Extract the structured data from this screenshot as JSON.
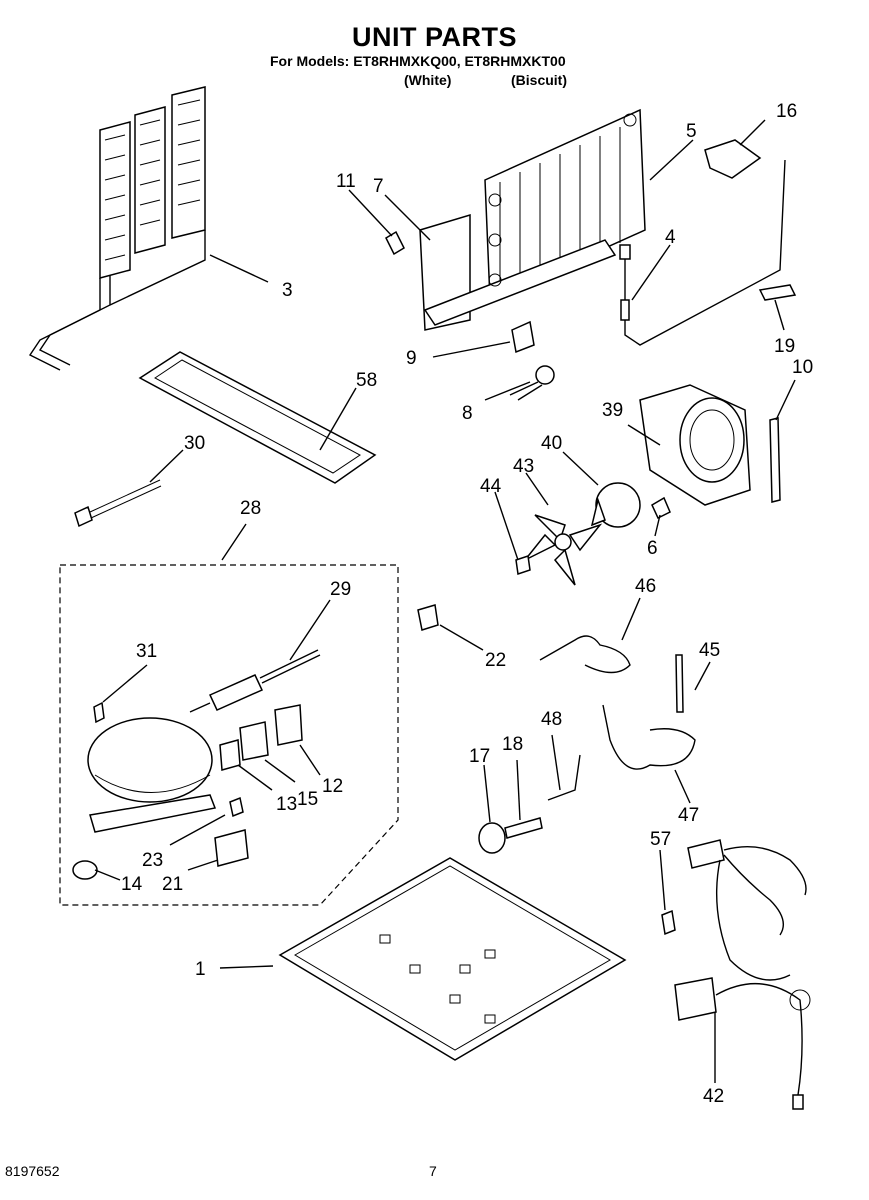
{
  "header": {
    "title": "UNIT PARTS",
    "models_line": "For Models: ET8RHMXKQ00, ET8RHMXKT00",
    "color_white": "(White)",
    "color_biscuit": "(Biscuit)"
  },
  "footer": {
    "doc_number": "8197652",
    "page_number": "7"
  },
  "callouts": {
    "p1": "1",
    "p3": "3",
    "p4": "4",
    "p5": "5",
    "p6": "6",
    "p7": "7",
    "p8": "8",
    "p9": "9",
    "p10": "10",
    "p11": "11",
    "p12": "12",
    "p13": "13",
    "p14": "14",
    "p15": "15",
    "p16": "16",
    "p17": "17",
    "p18": "18",
    "p19": "19",
    "p21": "21",
    "p22": "22",
    "p23": "23",
    "p28": "28",
    "p29": "29",
    "p30": "30",
    "p31": "31",
    "p39": "39",
    "p40": "40",
    "p42": "42",
    "p43": "43",
    "p44": "44",
    "p45": "45",
    "p46": "46",
    "p47": "47",
    "p48": "48",
    "p57": "57",
    "p58": "58"
  }
}
